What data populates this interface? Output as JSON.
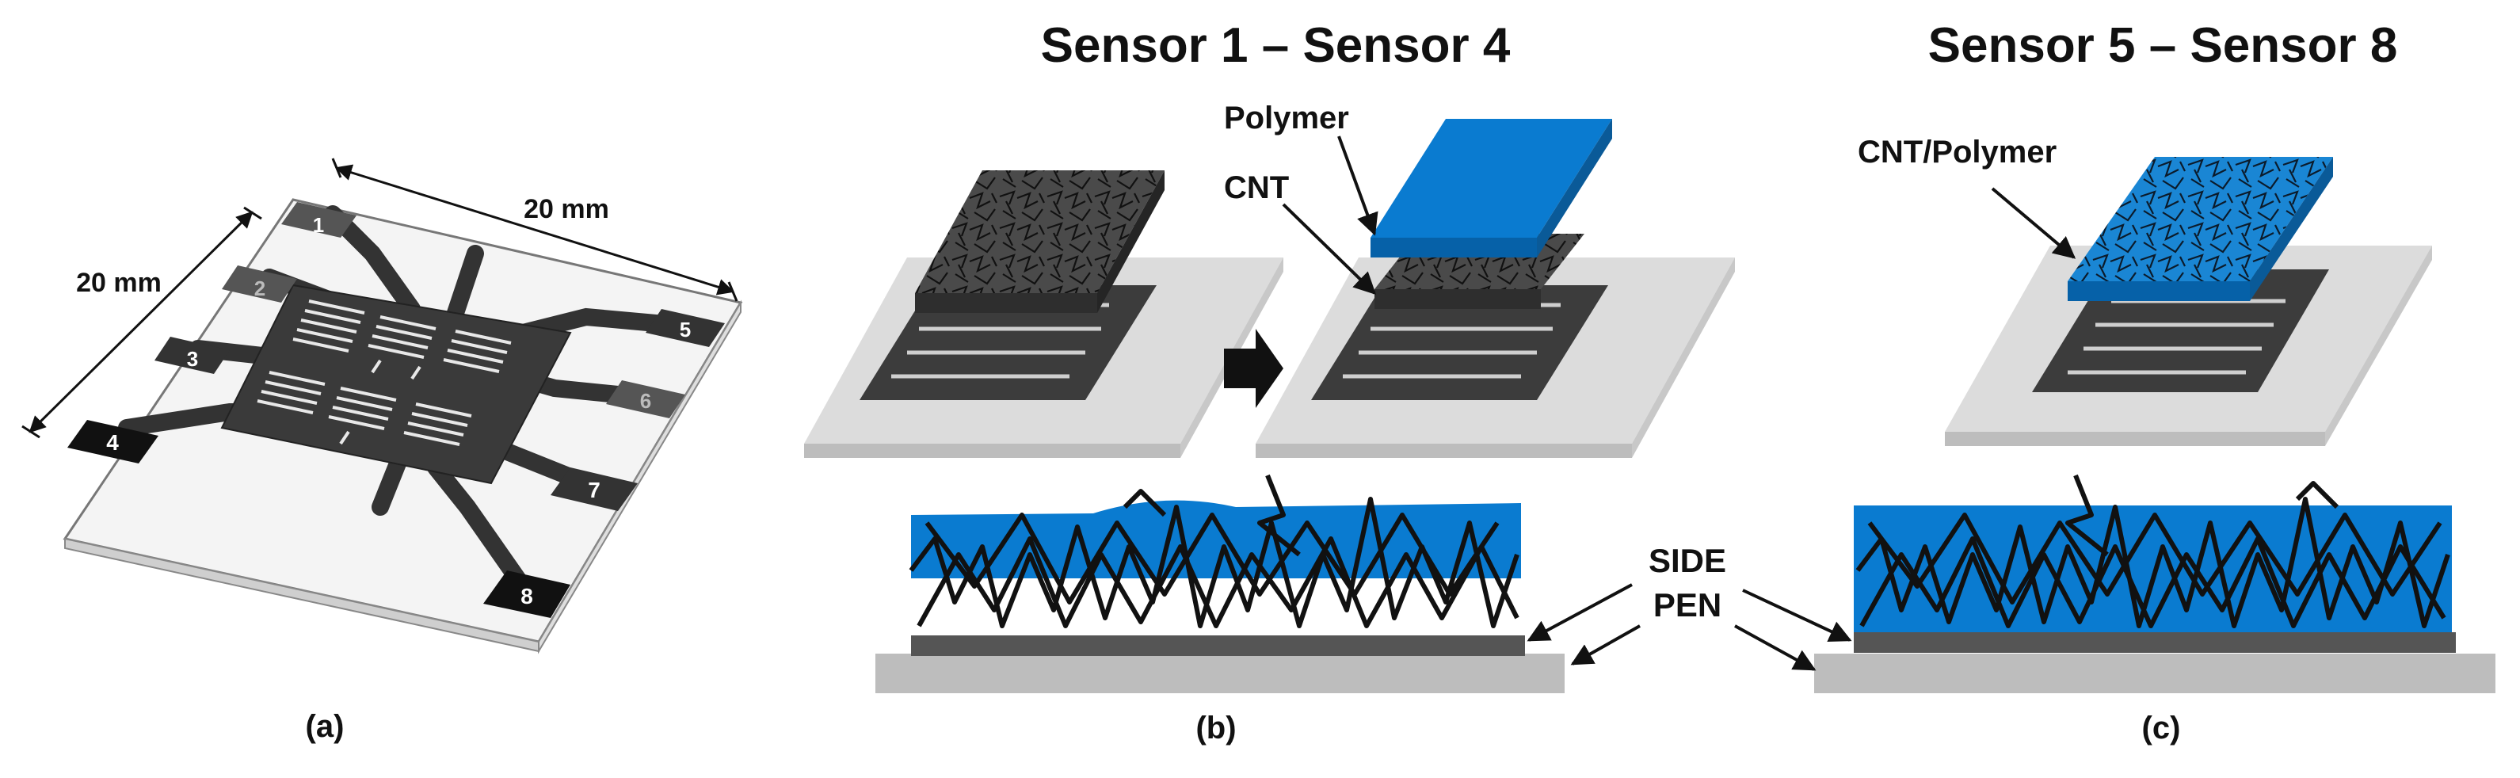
{
  "titles": {
    "left_group": "Sensor 1 – Sensor 4",
    "right_group": "Sensor 5 – Sensor 8"
  },
  "panel_a": {
    "width_dim": "20 mm",
    "height_dim": "20 mm",
    "pads": [
      "1",
      "2",
      "3",
      "4",
      "5",
      "6",
      "7",
      "8"
    ]
  },
  "labels": {
    "polymer": "Polymer",
    "cnt": "CNT",
    "cnt_polymer": "CNT/Polymer",
    "side": "SIDE",
    "pen": "PEN"
  },
  "captions": {
    "a": "(a)",
    "b": "(b)",
    "c": "(c)"
  },
  "colors": {
    "polymer_blue": "#0a7bd0",
    "cnt_dark": "#3a3a3a",
    "electrode_dark": "#3c3c3c",
    "substrate_light": "#d6d6d6",
    "substrate_side": "#bdbdbd"
  }
}
